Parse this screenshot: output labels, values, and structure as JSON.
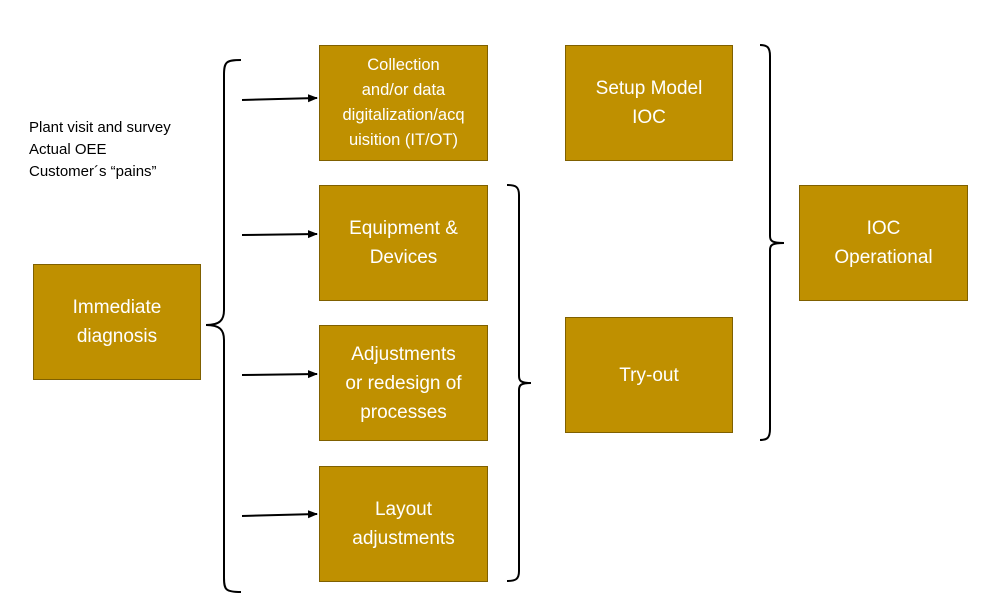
{
  "diagram": {
    "notes": [
      "Plant visit and survey",
      "Actual OEE",
      "Customer´s “pains”"
    ],
    "boxes": {
      "immediate_diagnosis": "Immediate\ndiagnosis",
      "collection": "Collection\nand/or data\ndigitalization/acq\nuisition (IT/OT)",
      "equipment": "Equipment &\nDevices",
      "adjustments": "Adjustments\nor redesign of\nprocesses",
      "layout": "Layout\nadjustments",
      "setup_model": "Setup Model\nIOC",
      "try_out": "Try-out",
      "ioc_operational": "IOC\nOperational"
    },
    "colors": {
      "box_fill": "#BF9000",
      "box_border": "#7F6000",
      "box_text": "#FFFFFF",
      "line": "#000000"
    }
  }
}
